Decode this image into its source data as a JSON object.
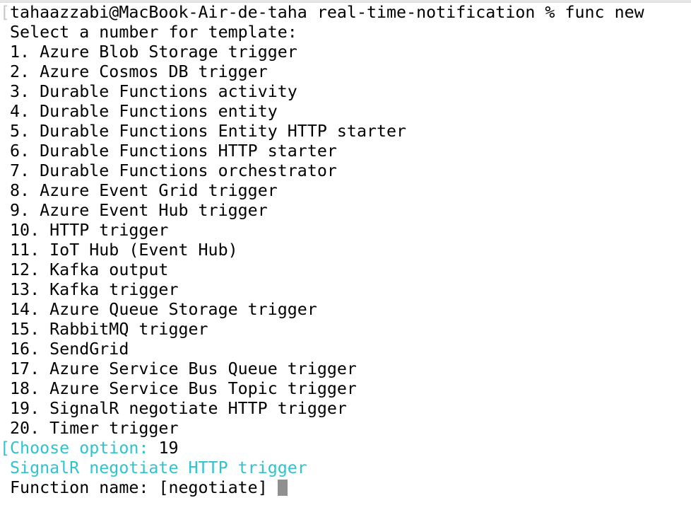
{
  "terminal": {
    "background_color": "#ffffff",
    "foreground_color": "#000000",
    "accent_color": "#2ec4ce",
    "cursor_color": "#909090",
    "marker_color": "#c8c8c8",
    "prompt": {
      "marker": "[",
      "user_host": "tahaazzabi@MacBook-Air-de-taha",
      "directory": "real-time-notification",
      "symbol": "%",
      "command": "func new",
      "full_line": "tahaazzabi@MacBook-Air-de-taha real-time-notification % func new"
    },
    "instruction": "Select a number for template:",
    "templates": [
      {
        "number": "1.",
        "label": "Azure Blob Storage trigger"
      },
      {
        "number": "2.",
        "label": "Azure Cosmos DB trigger"
      },
      {
        "number": "3.",
        "label": "Durable Functions activity"
      },
      {
        "number": "4.",
        "label": "Durable Functions entity"
      },
      {
        "number": "5.",
        "label": "Durable Functions Entity HTTP starter"
      },
      {
        "number": "6.",
        "label": "Durable Functions HTTP starter"
      },
      {
        "number": "7.",
        "label": "Durable Functions orchestrator"
      },
      {
        "number": "8.",
        "label": "Azure Event Grid trigger"
      },
      {
        "number": "9.",
        "label": "Azure Event Hub trigger"
      },
      {
        "number": "10.",
        "label": "HTTP trigger"
      },
      {
        "number": "11.",
        "label": "IoT Hub (Event Hub)"
      },
      {
        "number": "12.",
        "label": "Kafka output"
      },
      {
        "number": "13.",
        "label": "Kafka trigger"
      },
      {
        "number": "14.",
        "label": "Azure Queue Storage trigger"
      },
      {
        "number": "15.",
        "label": "RabbitMQ trigger"
      },
      {
        "number": "16.",
        "label": "SendGrid"
      },
      {
        "number": "17.",
        "label": "Azure Service Bus Queue trigger"
      },
      {
        "number": "18.",
        "label": "Azure Service Bus Topic trigger"
      },
      {
        "number": "19.",
        "label": "SignalR negotiate HTTP trigger"
      },
      {
        "number": "20.",
        "label": "Timer trigger"
      }
    ],
    "choose_prompt": {
      "marker": "[",
      "label": "Choose option:",
      "entered_value": "19"
    },
    "selected_template": "SignalR negotiate HTTP trigger",
    "function_name_prompt": {
      "label": "Function name:",
      "default_value": "[negotiate]",
      "typed_value": ""
    }
  }
}
